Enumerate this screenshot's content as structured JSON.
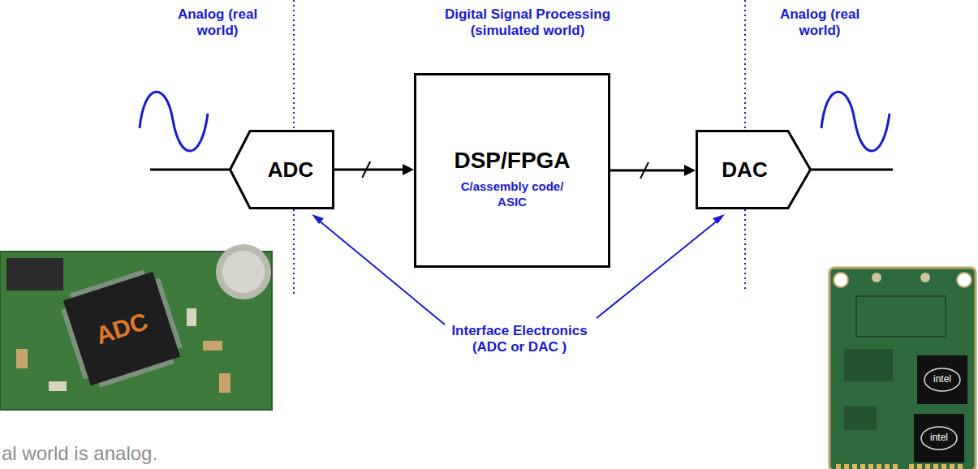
{
  "diagram": {
    "nodes": [
      {
        "text": [
          "ADC"
        ]
      },
      {
        "text": [
          "DSP/FPGA",
          "C/assembly code/ ASIC"
        ]
      },
      {
        "text": [
          "DAC"
        ]
      }
    ],
    "edges": [
      {
        "from": 0,
        "to": 1,
        "arrow": "to"
      },
      {
        "from": 1,
        "to": 2,
        "arrow": "to"
      }
    ],
    "labels": [
      "Analog (real world)",
      "Digital Signal Processing (simulated world)",
      "Analog (real world)",
      "Interface Electronics (ADC or DAC )",
      "ADC",
      "intel",
      "intel",
      "al world is analog."
    ]
  }
}
